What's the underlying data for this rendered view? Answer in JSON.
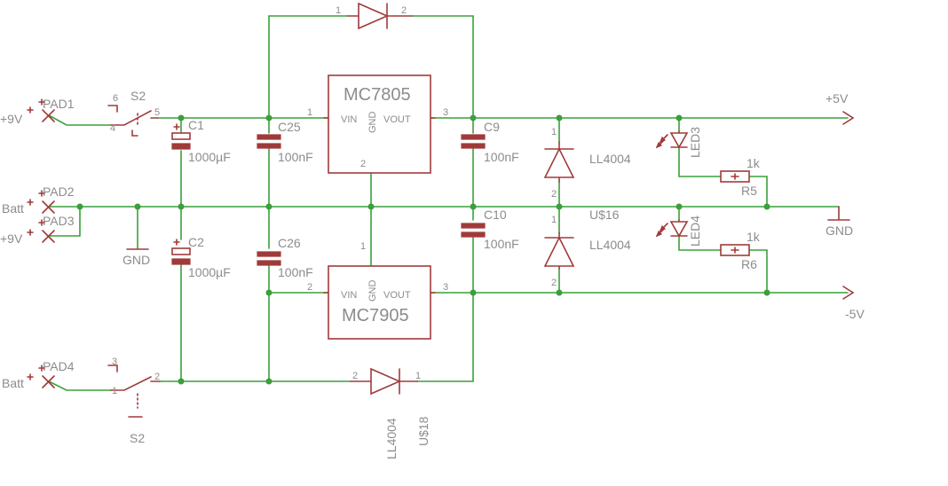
{
  "labels": {
    "pad1": "PAD1",
    "pad2": "PAD2",
    "pad3": "PAD3",
    "pad4": "PAD4",
    "plus9v_top": "+9V",
    "plus9v_mid": "+9V",
    "batt_mid": "Batt",
    "batt_bot": "Batt",
    "s2_top": "S2",
    "s2_bot": "S2",
    "c1": "C1",
    "c2": "C2",
    "c1_val": "1000µF",
    "c2_val": "1000µF",
    "c25": "C25",
    "c26": "C26",
    "c25_val": "100nF",
    "c26_val": "100nF",
    "c9": "C9",
    "c10": "C10",
    "c9_val": "100nF",
    "c10_val": "100nF",
    "reg_top": "MC7805",
    "reg_bot": "MC7905",
    "vin": "VIN",
    "gnd": "GND",
    "vout": "VOUT",
    "d_top_val": "LL4004",
    "d_bot_val": "LL4004",
    "u16": "U$16",
    "u18": "U$18",
    "d_u18_val": "LL4004",
    "led3": "LED3",
    "led4": "LED4",
    "r5": "R5",
    "r6": "R6",
    "r5_val": "1k",
    "r6_val": "1k",
    "plus5v": "+5V",
    "minus5v": "-5V",
    "gnd_left": "GND",
    "gnd_right": "GND"
  },
  "pins": {
    "sw_top_4": "4",
    "sw_top_5": "5",
    "sw_top_6": "6",
    "sw_bot_1": "1",
    "sw_bot_2": "2",
    "sw_bot_3": "3",
    "reg_top_in": "1",
    "reg_top_gnd": "2",
    "reg_top_out": "3",
    "reg_bot_in": "2",
    "reg_bot_gnd": "1",
    "reg_bot_out": "3",
    "dtop_1": "1",
    "dtop_2": "2",
    "d16a_1": "1",
    "d16a_2": "2",
    "d16b_1": "1",
    "d16b_2": "2",
    "d18_1": "1",
    "d18_2": "2"
  },
  "colors": {
    "wire": "#3aa03a",
    "part": "#a03a3a",
    "text": "#8c8c8c"
  }
}
